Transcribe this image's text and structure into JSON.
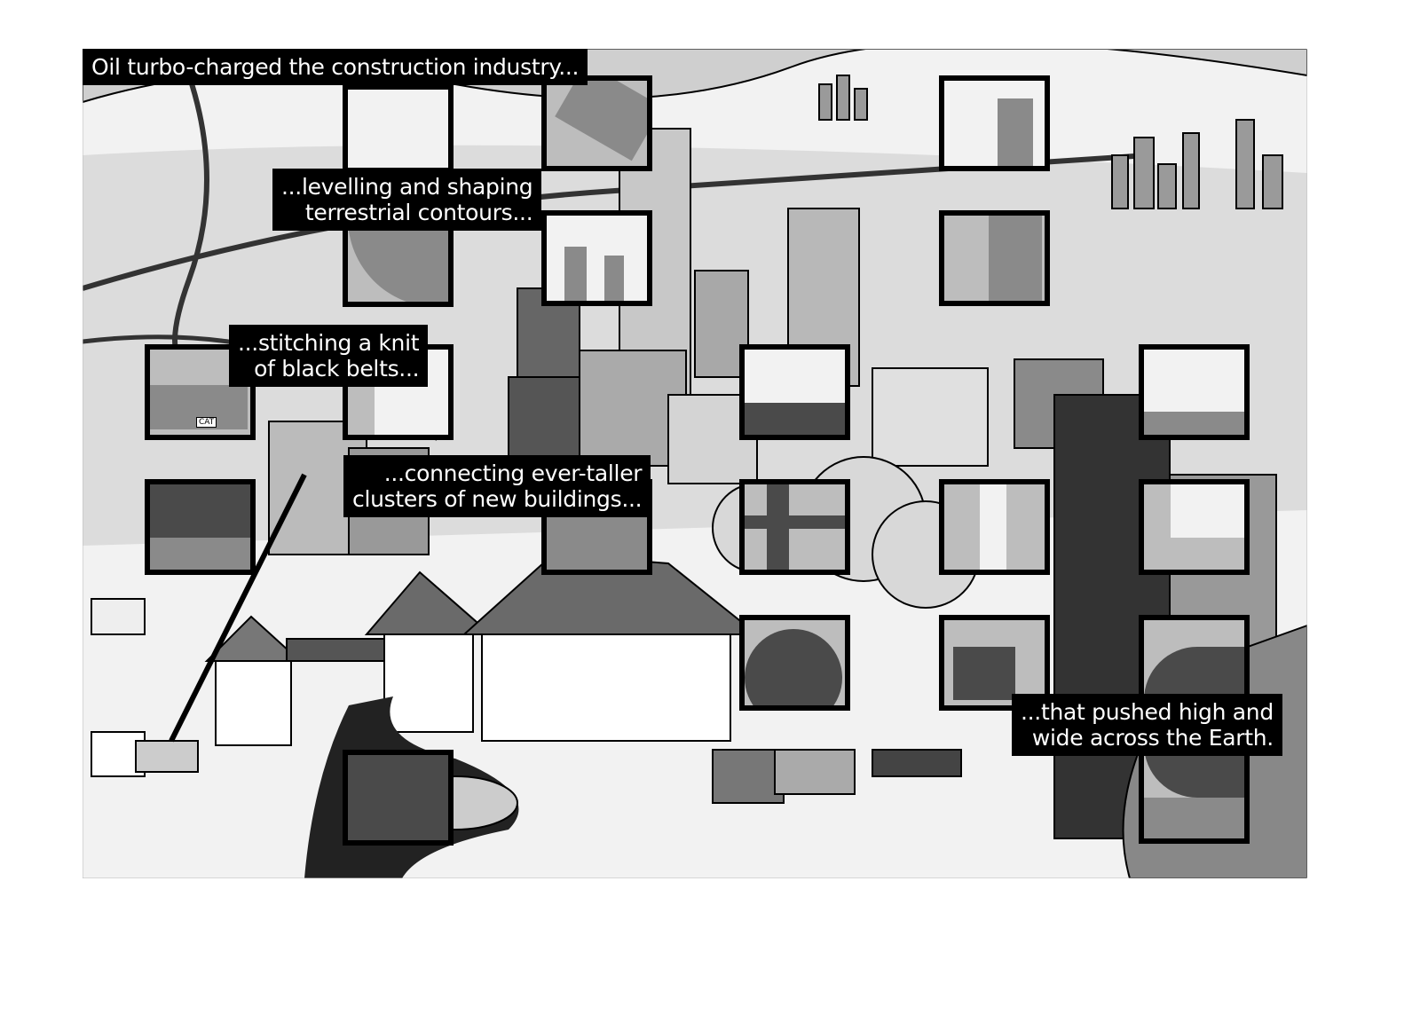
{
  "captions": [
    {
      "lines": [
        "Oil turbo-charged the construction industry..."
      ]
    },
    {
      "lines": [
        "...levelling and shaping",
        "terrestrial contours..."
      ]
    },
    {
      "lines": [
        "...stitching a knit",
        "of black belts..."
      ]
    },
    {
      "lines": [
        "...connecting ever-taller",
        "clusters of new buildings..."
      ]
    },
    {
      "lines": [
        "...that pushed high and",
        "wide across the Earth."
      ]
    }
  ],
  "labels": {
    "bulldozer_brand": "CAT"
  },
  "colors": {
    "ink": "#000000",
    "paper": "#ffffff",
    "mid_gray": "#8a8a8a",
    "light_gray": "#e6e6e6"
  }
}
